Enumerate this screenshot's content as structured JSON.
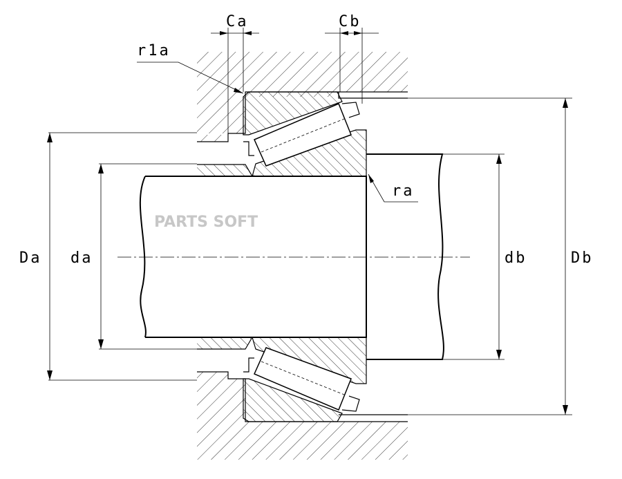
{
  "labels": {
    "Ca": "Ca",
    "Cb": "Cb",
    "r1a": "r1a",
    "ra": "ra",
    "Da": "Da",
    "da": "da",
    "db": "db",
    "Db": "Db"
  },
  "watermark": "PARTS SOFT"
}
